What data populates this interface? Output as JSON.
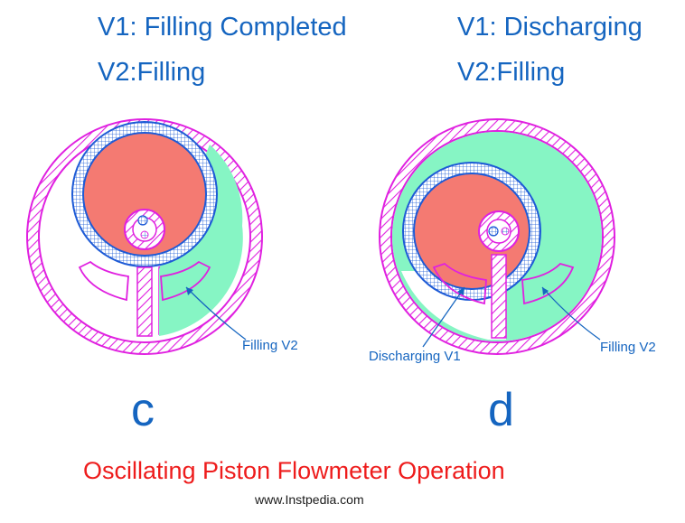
{
  "title": "Oscillating Piston Flowmeter Operation",
  "credit": "www.Instpedia.com",
  "colors": {
    "text_blue": "#1565c0",
    "title_red": "#ee1c1c",
    "housing_magenta": "#e020e0",
    "piston_blue": "#1e5bd6",
    "chamber_red": "#f47a72",
    "chamber_green": "#86f5c4"
  },
  "panels": [
    {
      "letter": "c",
      "v1_state": "V1: Filling Completed",
      "v2_state": "V2:Filling",
      "callouts": [
        "Filling V2"
      ]
    },
    {
      "letter": "d",
      "v1_state": "V1: Discharging",
      "v2_state": "V2:Filling",
      "callouts": [
        "Discharging V1",
        "Filling V2"
      ]
    }
  ]
}
